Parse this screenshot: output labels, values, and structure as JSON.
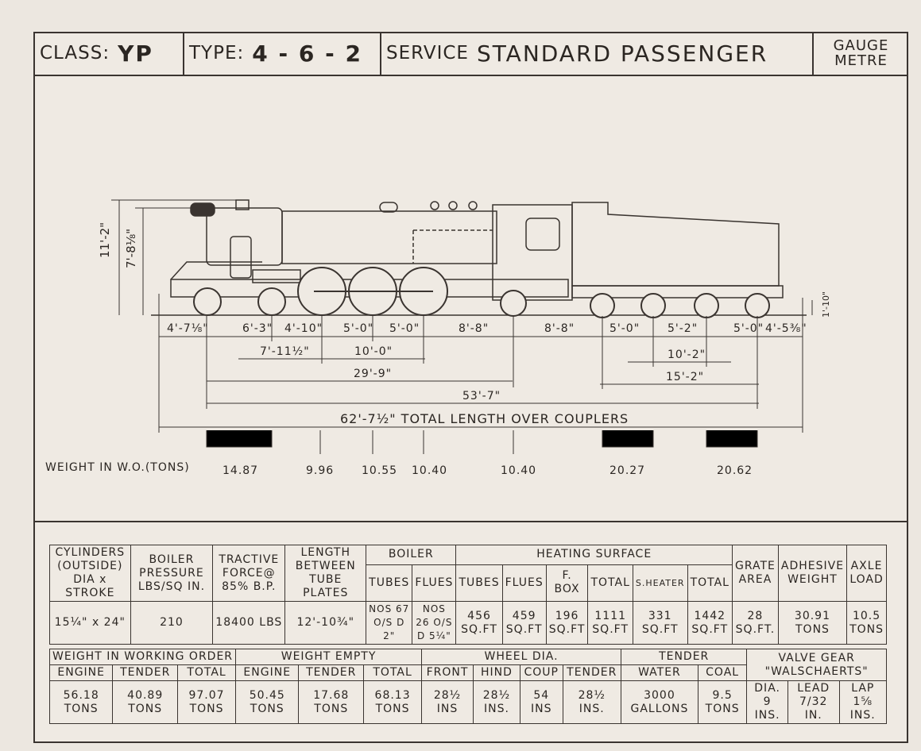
{
  "header": {
    "class_label": "CLASS:",
    "class_value": "YP",
    "type_label": "TYPE:",
    "type_value": "4 - 6 - 2",
    "service_label": "SERVICE",
    "service_value": "STANDARD PASSENGER",
    "gauge_line1": "GAUGE",
    "gauge_line2": "METRE"
  },
  "dimensions": {
    "height_total": "11'-2\"",
    "height_boiler": "7'-8⅛\"",
    "buffer_height": "1'-10\"",
    "d1": "4'-7⅛\"",
    "d2": "6'-3\"",
    "d3": "4'-10\"",
    "d4": "5'-0\"",
    "d5": "5'-0\"",
    "d6": "8'-8\"",
    "d7": "8'-8\"",
    "d8": "5'-0\"",
    "d9": "5'-2\"",
    "d10": "5'-0\"",
    "d11": "4'-5⅜\"",
    "r2a": "7'-11½\"",
    "r2b": "10'-0\"",
    "r2c": "10'-2\"",
    "r3a": "29'-9\"",
    "r3b": "15'-2\"",
    "r4": "53'-7\"",
    "r5": "62'-7½\" TOTAL LENGTH OVER COUPLERS"
  },
  "weights": {
    "label": "WEIGHT IN W.O.(TONS)",
    "values": [
      "14.87",
      "9.96",
      "10.55",
      "10.40",
      "10.40",
      "20.27",
      "20.62"
    ]
  },
  "table1": {
    "h": {
      "cyl": "CYLINDERS (OUTSIDE) DIA x STROKE",
      "bp": "BOILER PRESSURE LBS/SQ IN.",
      "tf": "TRACTIVE FORCE@ 85% B.P.",
      "lb": "LENGTH BETWEEN TUBE PLATES",
      "boiler": "BOILER",
      "hs": "HEATING SURFACE",
      "grate": "GRATE AREA",
      "adh": "ADHESIVE WEIGHT",
      "axle": "AXLE LOAD",
      "tubes": "TUBES",
      "flues": "FLUES",
      "htubes": "TUBES",
      "hflues": "FLUES",
      "fbox": "F. BOX",
      "total": "TOTAL",
      "sheater": "S.HEATER",
      "total2": "TOTAL"
    },
    "v": {
      "cyl": "15¼\" x 24\"",
      "bp": "210",
      "tf": "18400 LBS",
      "lb": "12'-10¾\"",
      "tubes": "NOS 67 O/S D 2\"",
      "flues": "NOS 26 O/S D 5¼\"",
      "htubes": "456 SQ.FT",
      "hflues": "459 SQ.FT",
      "fbox": "196 SQ.FT",
      "total": "1111 SQ.FT",
      "sheater": "331 SQ.FT",
      "total2": "1442 SQ.FT",
      "grate": "28 SQ.FT.",
      "adh": "30.91 TONS",
      "axle": "10.5 TONS"
    }
  },
  "table2": {
    "h": {
      "wwo": "WEIGHT IN WORKING ORDER",
      "we": "WEIGHT EMPTY",
      "wd": "WHEEL DIA.",
      "tender": "TENDER",
      "vg": "VALVE GEAR \"WALSCHAERTS\"",
      "eng": "ENGINE",
      "ten": "TENDER",
      "tot": "TOTAL",
      "eng2": "ENGINE",
      "ten2": "TENDER",
      "tot2": "TOTAL",
      "front": "FRONT",
      "hind": "HIND",
      "coup": "COUP",
      "tend": "TENDER",
      "water": "WATER",
      "coal": "COAL",
      "dia": "DIA.",
      "lead": "LEAD",
      "lap": "LAP"
    },
    "v": {
      "eng": "56.18 TONS",
      "ten": "40.89 TONS",
      "tot": "97.07 TONS",
      "eng2": "50.45 TONS",
      "ten2": "17.68 TONS",
      "tot2": "68.13 TONS",
      "front": "28½ INS",
      "hind": "28½ INS.",
      "coup": "54 INS",
      "tend": "28½ INS.",
      "water": "3000 GALLONS",
      "coal": "9.5 TONS",
      "dia": "9 INS.",
      "lead": "7/32 IN.",
      "lap": "1⅝ INS."
    }
  }
}
